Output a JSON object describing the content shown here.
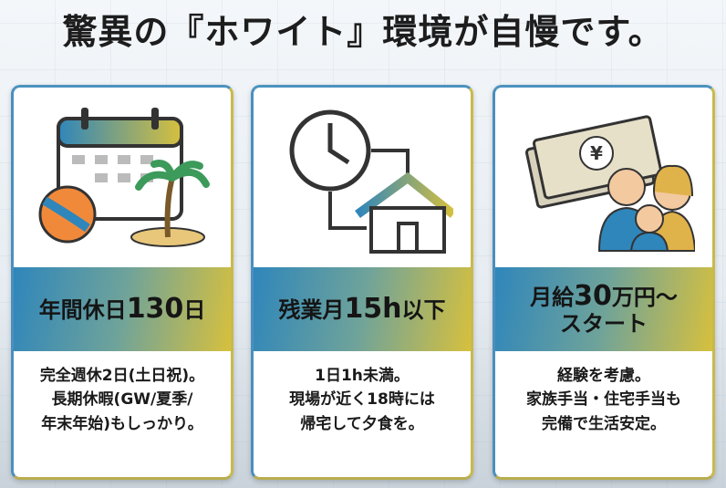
{
  "title": "驚異の『ホワイト』環境が自慢です。",
  "cards": [
    {
      "icon": "calendar-beach-icon",
      "heading_pre": "年間休日",
      "heading_num": "130",
      "heading_post": "日",
      "lines": [
        "完全週休2日(土日祝)。",
        "長期休暇(GW/夏季/",
        "年末年始)もしっかり。"
      ]
    },
    {
      "icon": "clock-home-icon",
      "heading_pre": "残業月",
      "heading_num": "15h",
      "heading_post": "以下",
      "lines": [
        "1日1h未満。",
        "現場が近く18時には",
        "帰宅して夕食を。"
      ]
    },
    {
      "icon": "money-family-icon",
      "heading_pre": "月給",
      "heading_num": "30",
      "heading_post": "万円～",
      "heading_line2": "スタート",
      "lines": [
        "経験を考慮。",
        "家族手当・住宅手当も",
        "完備で生活安定。"
      ]
    }
  ],
  "yen_symbol": "¥",
  "colors": {
    "band_start": "#2f86bb",
    "band_end": "#d6c03e"
  }
}
